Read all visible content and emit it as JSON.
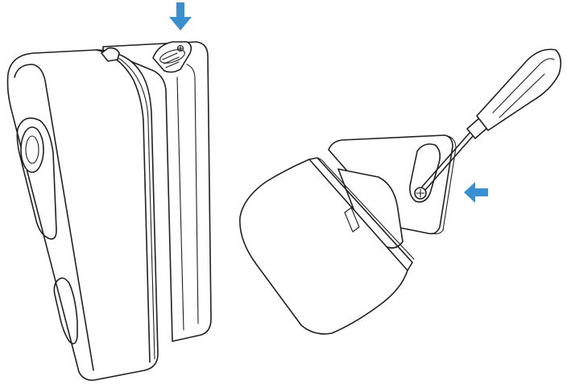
{
  "figure": {
    "panels": [
      {
        "id": "left",
        "subject": "doorbell-camera-on-mount"
      },
      {
        "id": "right",
        "subject": "mount-bracket-with-screwdriver"
      }
    ],
    "arrow_color": "#3a8fd0",
    "line_color": "#231f20",
    "arrows": [
      {
        "panel": "left",
        "direction": "down"
      },
      {
        "panel": "right",
        "direction": "left"
      }
    ]
  }
}
